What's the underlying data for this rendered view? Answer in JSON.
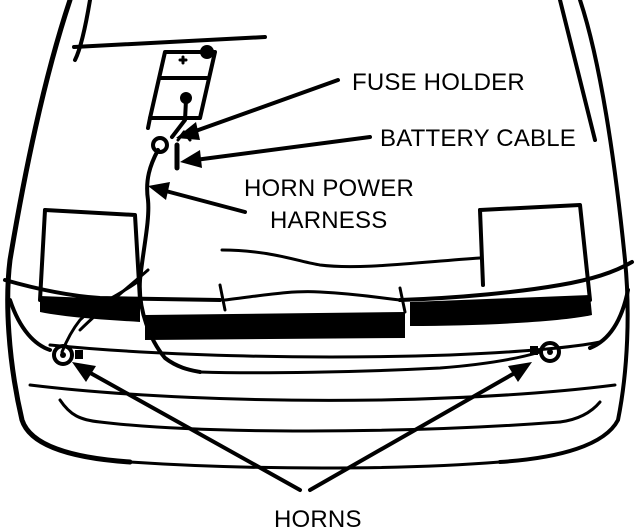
{
  "labels": {
    "fuse_holder": "FUSE HOLDER",
    "battery_cable": "BATTERY CABLE",
    "horn_power_line1": "HORN POWER",
    "horn_power_line2": "HARNESS",
    "horns": "HORNS"
  },
  "colors": {
    "ink": "#000000",
    "paper": "#ffffff"
  }
}
